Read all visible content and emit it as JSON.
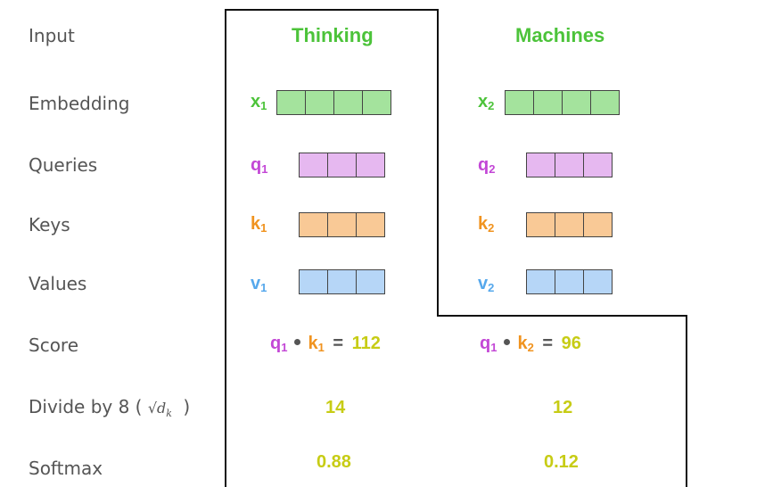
{
  "colors": {
    "header": "#4cc33a",
    "x": "#4cc33a",
    "q": "#c347d6",
    "k": "#f0931f",
    "v": "#56a8ec",
    "result": "#c7cc15",
    "label": "#555555",
    "x_fill": "#a4e39d",
    "q_fill": "#e6b8f0",
    "k_fill": "#f9c996",
    "v_fill": "#b6d6f7"
  },
  "labels": {
    "input": "Input",
    "embedding": "Embedding",
    "queries": "Queries",
    "keys": "Keys",
    "values": "Values",
    "score": "Score",
    "divide_prefix": "Divide by 8 (",
    "divide_sqrt": "√d",
    "divide_sub": "k",
    "divide_suffix": ")",
    "softmax": "Softmax"
  },
  "columns": [
    {
      "header": "Thinking",
      "x": {
        "letter": "x",
        "sub": "1"
      },
      "q": {
        "letter": "q",
        "sub": "1"
      },
      "k": {
        "letter": "k",
        "sub": "1"
      },
      "v": {
        "letter": "v",
        "sub": "1"
      },
      "score": {
        "q": "q",
        "q_sub": "1",
        "k": "k",
        "k_sub": "1",
        "eq": "=",
        "value": "112"
      },
      "divided": "14",
      "softmax": "0.88"
    },
    {
      "header": "Machines",
      "x": {
        "letter": "x",
        "sub": "2"
      },
      "q": {
        "letter": "q",
        "sub": "2"
      },
      "k": {
        "letter": "k",
        "sub": "2"
      },
      "v": {
        "letter": "v",
        "sub": "2"
      },
      "score": {
        "q": "q",
        "q_sub": "1",
        "k": "k",
        "k_sub": "2",
        "eq": "=",
        "value": "96"
      },
      "divided": "12",
      "softmax": "0.12"
    }
  ]
}
